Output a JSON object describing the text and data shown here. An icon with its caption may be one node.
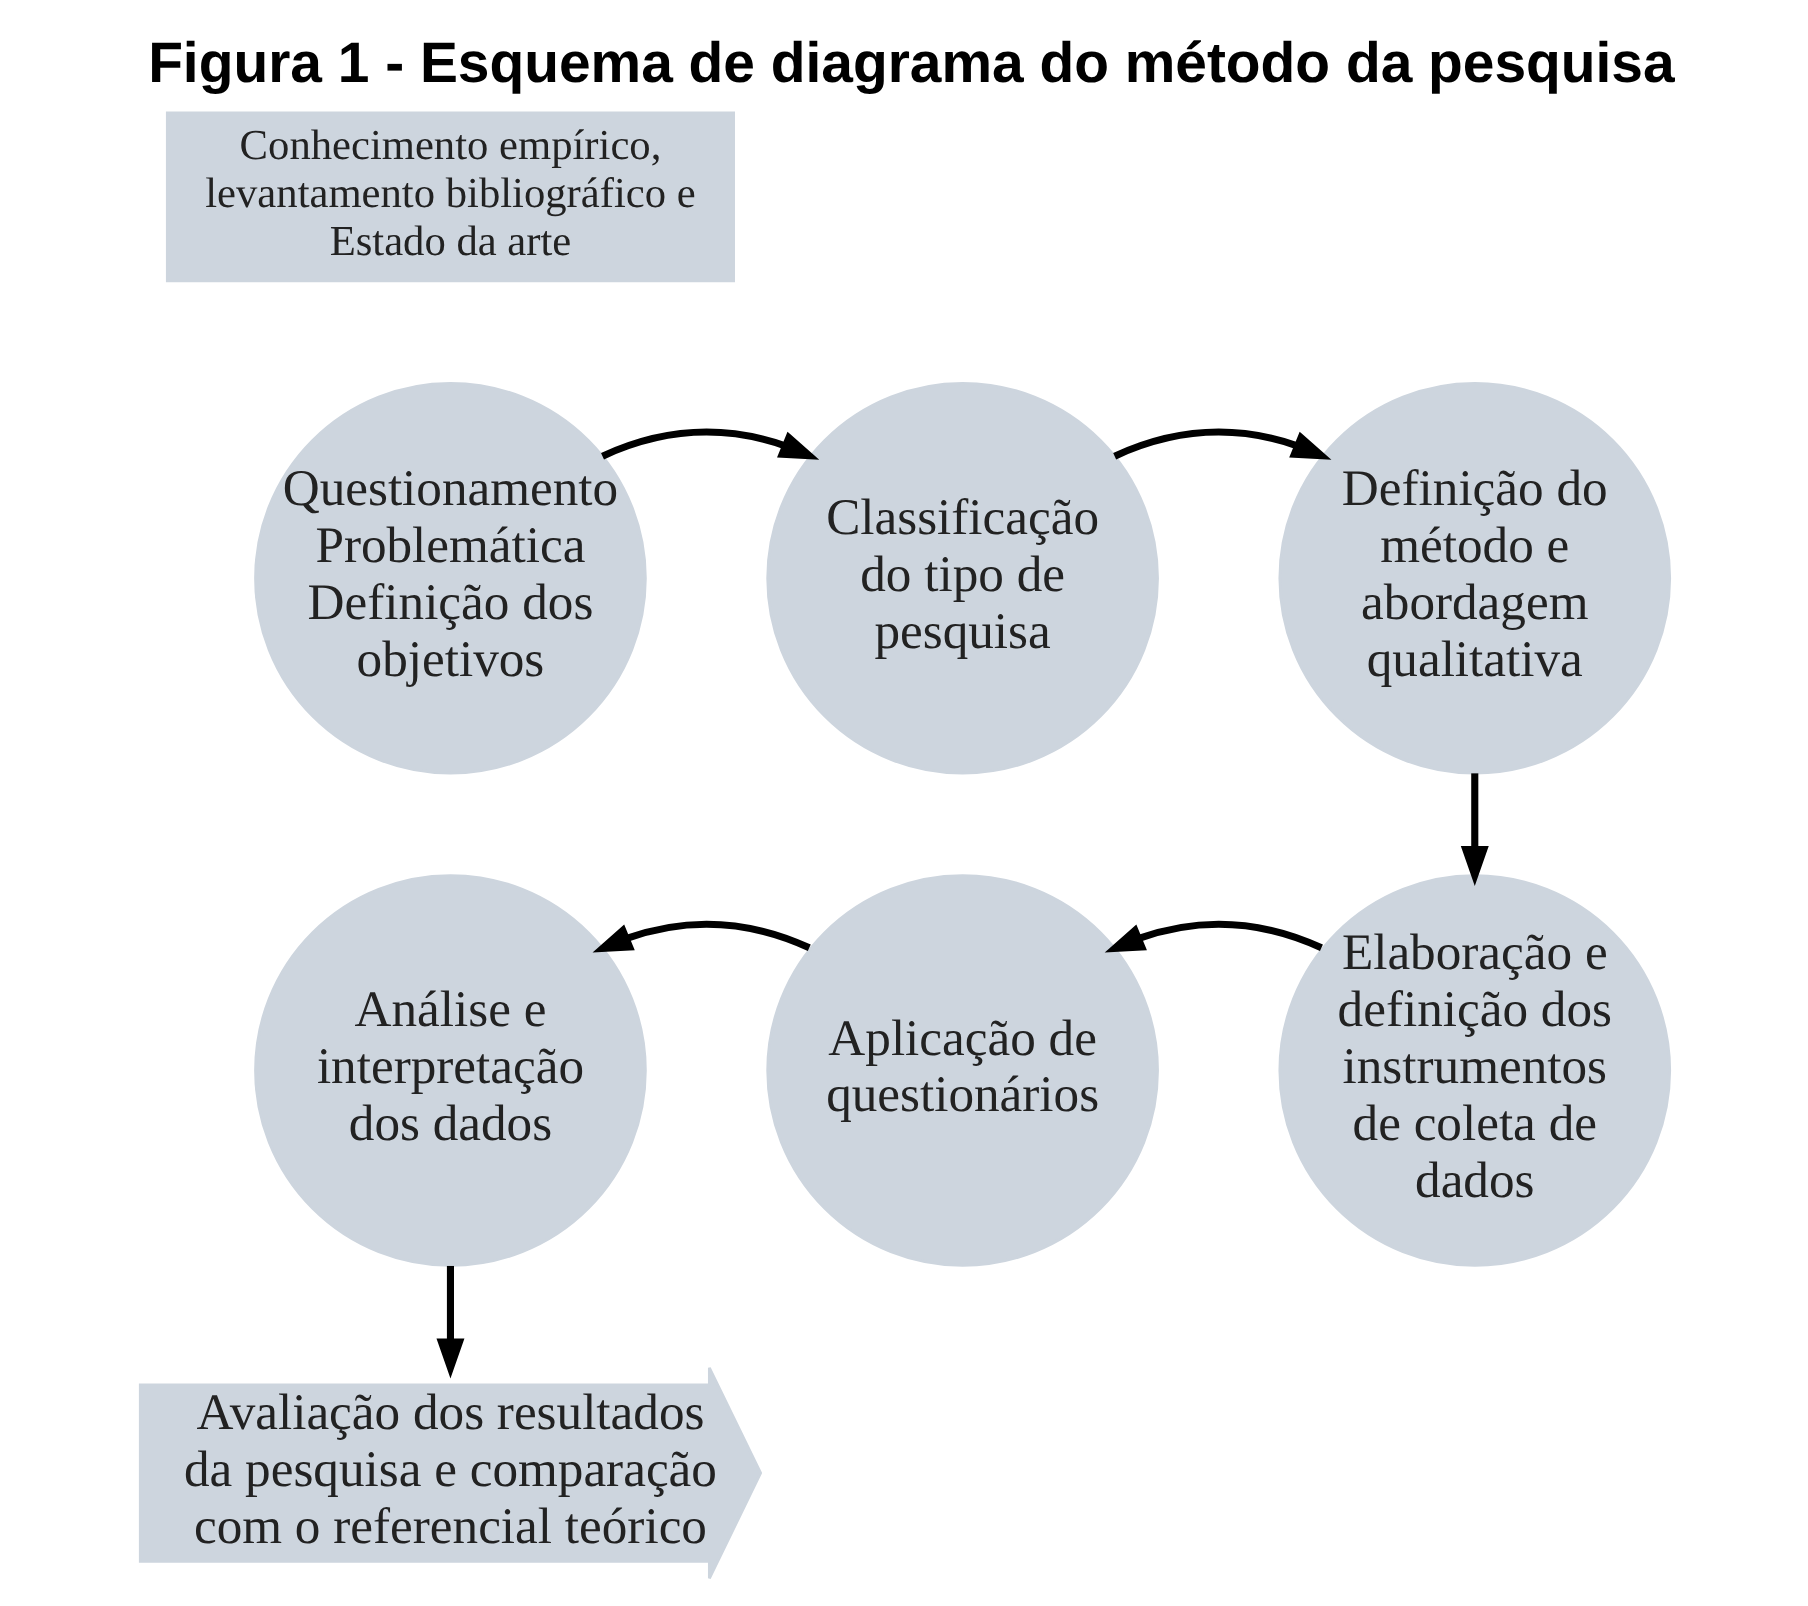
{
  "diagram": {
    "title": "Figura 1 - Esquema de diagrama do método da pesquisa",
    "nodes": [
      {
        "text": [
          "Conhecimento empírico, levantamento bibliográfico e Estado da arte"
        ]
      },
      {
        "text": [
          "Questionamento Problemática Definição dos objetivos"
        ]
      },
      {
        "text": [
          "Classificação do tipo de pesquisa"
        ]
      },
      {
        "text": [
          "Definição do método e abordagem qualitativa"
        ]
      },
      {
        "text": [
          "Elaboração e definição dos instrumentos de coleta de dados"
        ]
      },
      {
        "text": [
          "Aplicação de questionários"
        ]
      },
      {
        "text": [
          "Análise e interpretação dos dados"
        ]
      },
      {
        "text": [
          "Avaliação dos resultados da pesquisa e comparação com o referencial teórico"
        ]
      }
    ],
    "edges": [
      {
        "from": 1,
        "to": 2,
        "arrow": "to"
      },
      {
        "from": 2,
        "to": 3,
        "arrow": "to"
      },
      {
        "from": 3,
        "to": 4,
        "arrow": "to"
      },
      {
        "from": 4,
        "to": 5,
        "arrow": "to"
      },
      {
        "from": 5,
        "to": 6,
        "arrow": "to"
      },
      {
        "from": 6,
        "to": 7,
        "arrow": "to"
      }
    ]
  }
}
